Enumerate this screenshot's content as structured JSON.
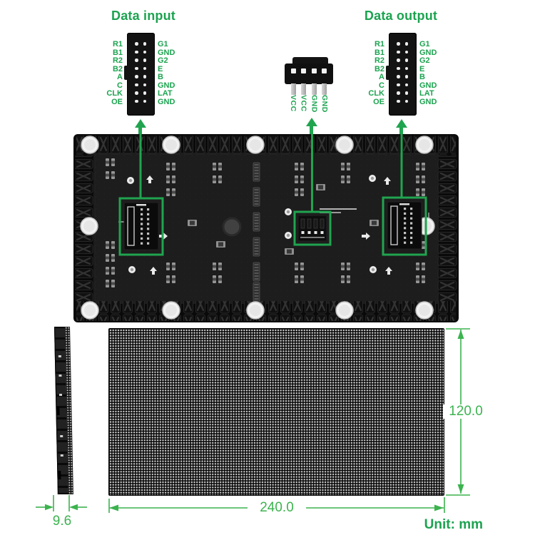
{
  "titles": {
    "data_input": "Data input",
    "data_output": "Data output"
  },
  "connectors": {
    "data_input": {
      "left_pins": [
        "R1",
        "B1",
        "R2",
        "B2",
        "A",
        "C",
        "CLK",
        "OE"
      ],
      "right_pins": [
        "G1",
        "GND",
        "G2",
        "E",
        "B",
        "GND",
        "LAT",
        "GND"
      ]
    },
    "data_output": {
      "left_pins": [
        "R1",
        "B1",
        "R2",
        "B2",
        "A",
        "C",
        "CLK",
        "OE"
      ],
      "right_pins": [
        "G1",
        "GND",
        "G2",
        "E",
        "B",
        "GND",
        "LAT",
        "GND"
      ]
    },
    "power": {
      "pins": [
        "VCC",
        "VCC",
        "GND",
        "GND"
      ]
    }
  },
  "dimensions": {
    "width_mm": "240.0",
    "height_mm": "120.0",
    "thickness_mm": "9.6",
    "unit_label": "Unit: mm"
  },
  "colors": {
    "label_green": "#1ca350",
    "dimension_green": "#3cb34f",
    "pcb_black": "#111111",
    "led_dot": "#d6d6d6"
  }
}
